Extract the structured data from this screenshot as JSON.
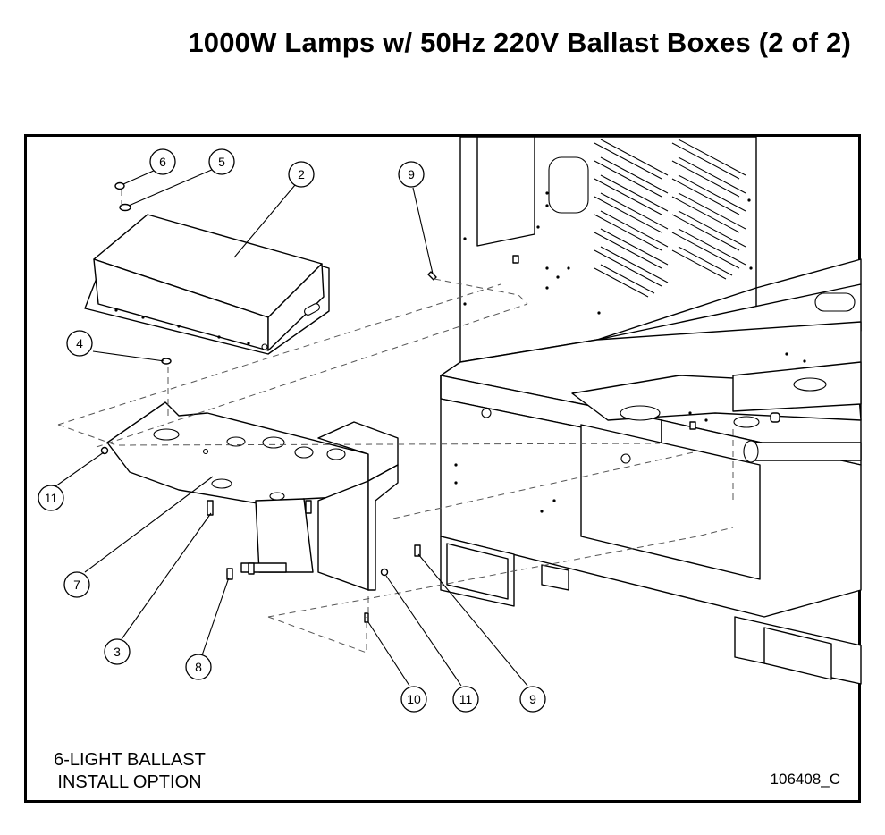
{
  "title": "1000W Lamps w/ 50Hz 220V Ballast Boxes (2 of 2)",
  "caption_line1": "6-LIGHT BALLAST",
  "caption_line2": "INSTALL OPTION",
  "drawing_number": "106408_C",
  "callouts": {
    "c6": "6",
    "c5": "5",
    "c2": "2",
    "c9_top": "9",
    "c4": "4",
    "c11_left": "11",
    "c7": "7",
    "c3": "3",
    "c8": "8",
    "c10": "10",
    "c11_bottom": "11",
    "c9_bottom": "9"
  }
}
